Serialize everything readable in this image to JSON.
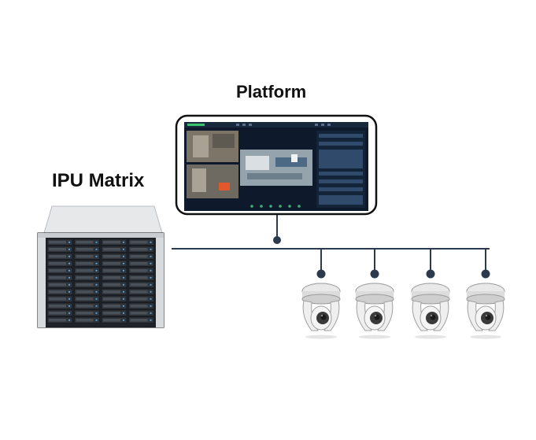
{
  "labels": {
    "platform": "Platform",
    "ipu_matrix": "IPU Matrix"
  },
  "nodes": [
    {
      "id": "platform",
      "kind": "monitor"
    },
    {
      "id": "ipu-matrix",
      "kind": "storage-server"
    },
    {
      "id": "camera-1",
      "kind": "ptz-camera"
    },
    {
      "id": "camera-2",
      "kind": "ptz-camera"
    },
    {
      "id": "camera-3",
      "kind": "ptz-camera"
    },
    {
      "id": "camera-4",
      "kind": "ptz-camera"
    }
  ],
  "colors": {
    "line": "#2c3a4d",
    "screen_bg": "#0e1a2b",
    "server_body": "#1f2329",
    "server_top": "#e6e8ea",
    "camera_white": "#f1f1f1",
    "camera_dark": "#3a3a3a"
  }
}
